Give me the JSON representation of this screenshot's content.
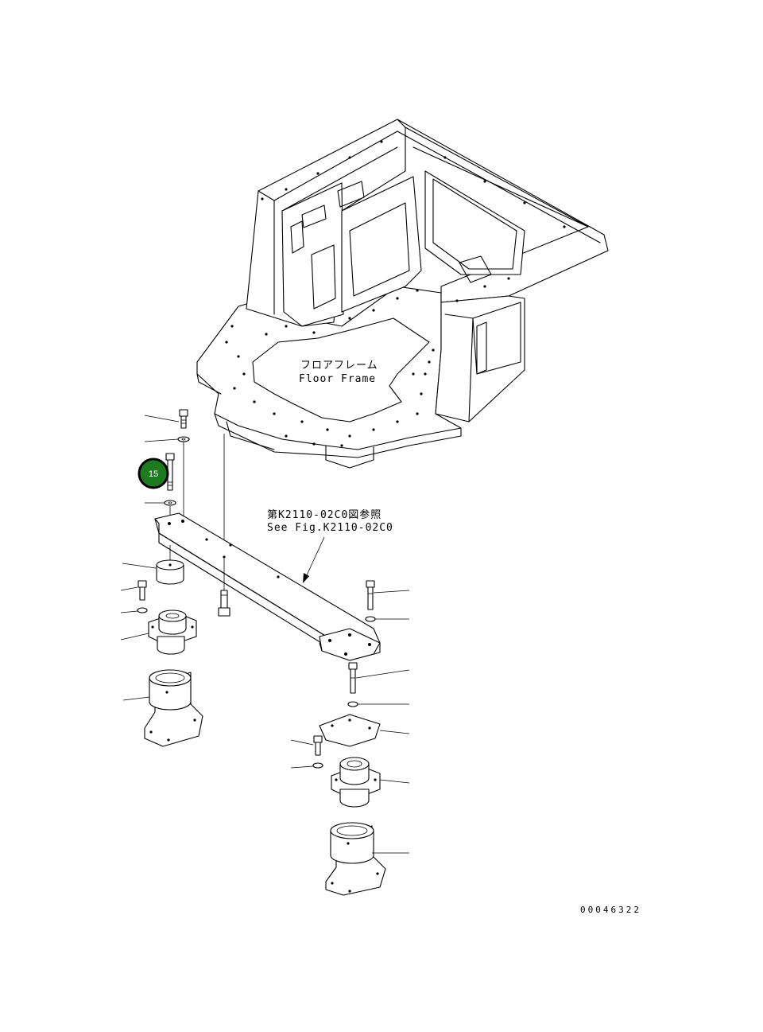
{
  "labels": {
    "floor_frame_jp": "フロアフレーム",
    "floor_frame_en": "Floor Frame",
    "ref_jp": "第K2110-02C0図参照",
    "ref_en": "See Fig.K2110-02C0"
  },
  "callout": {
    "number": "15",
    "color": "#1e7a1e",
    "ring_color": "#000000"
  },
  "drawing_number": "00046322"
}
